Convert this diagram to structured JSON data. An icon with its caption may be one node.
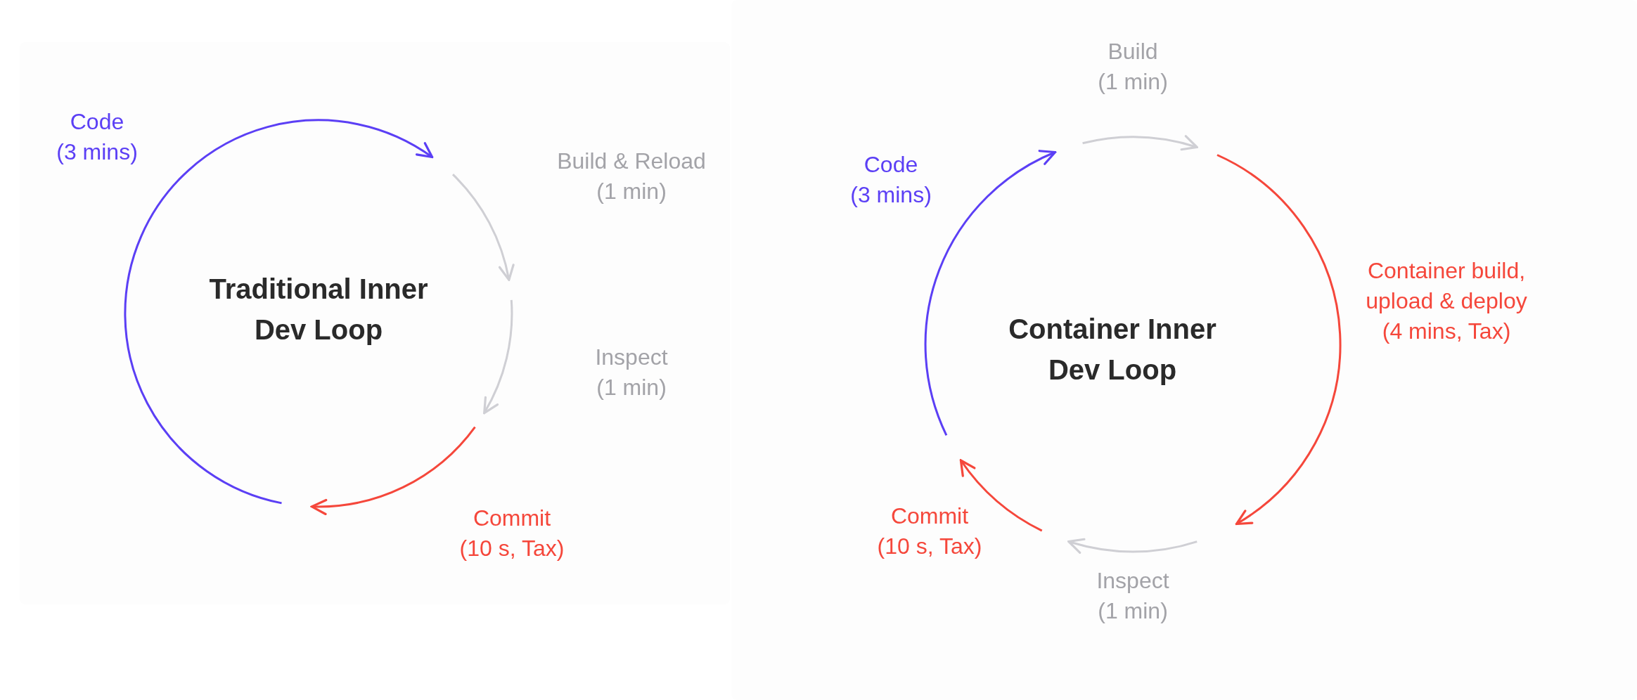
{
  "diagram": {
    "nodes": [
      {
        "text": [],
        "shape": "arc",
        "beside": [
          "Code",
          "(3 mins)"
        ]
      },
      {
        "text": [],
        "shape": "arc",
        "beside": [
          "Build & Reload",
          "(1 min)"
        ]
      },
      {
        "text": [],
        "shape": "arc",
        "beside": [
          "Inspect",
          "(1 min)"
        ]
      },
      {
        "text": [],
        "shape": "arc",
        "beside": [
          "Commit",
          "(10 s, Tax)"
        ]
      },
      {
        "text": [],
        "shape": "arc",
        "beside": [
          "Code",
          "(3 mins)"
        ]
      },
      {
        "text": [],
        "shape": "arc",
        "beside": [
          "Build",
          "(1 min)"
        ]
      },
      {
        "text": [],
        "shape": "arc",
        "beside": [
          "Container build, upload & deploy",
          "(4 mins, Tax)"
        ]
      },
      {
        "text": [],
        "shape": "arc",
        "beside": [
          "Inspect",
          "(1 min)"
        ]
      },
      {
        "text": [],
        "shape": "arc",
        "beside": [
          "Commit",
          "(10 s, Tax)"
        ]
      }
    ],
    "labels": [
      "Traditional Inner Dev Loop",
      "Container Inner Dev Loop"
    ]
  }
}
